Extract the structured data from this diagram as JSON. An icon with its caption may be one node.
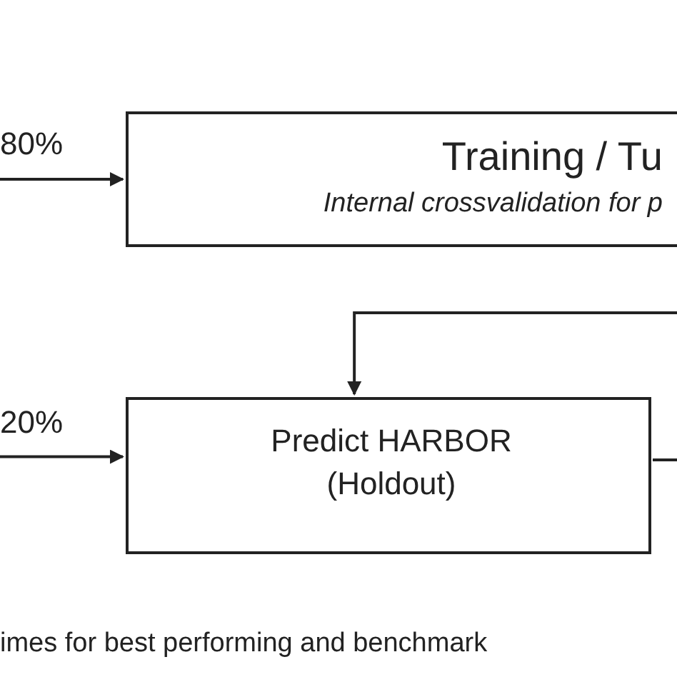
{
  "diagram": {
    "nodes": [
      {
        "text": [
          "Training / Tu",
          "Internal crossvalidation for p"
        ]
      },
      {
        "text": [
          "Predict HARBOR (Holdout)"
        ]
      }
    ],
    "edges": [
      {
        "from": null,
        "to": 0,
        "arrow": "to",
        "label": "80%"
      },
      {
        "from": null,
        "to": 1,
        "arrow": "to",
        "label": "20%"
      },
      {
        "from": null,
        "to": 1,
        "arrow": "to"
      },
      {
        "from": 1,
        "to": null,
        "arrow": "none"
      }
    ],
    "labels": [
      "imes for best performing and benchmark"
    ]
  }
}
